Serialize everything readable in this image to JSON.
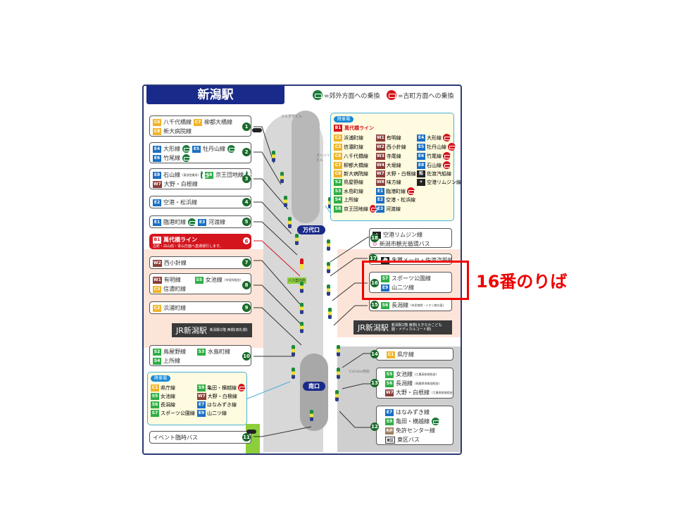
{
  "title": "新潟駅",
  "legend": {
    "green": "=郊外方面への乗換",
    "red": "=古町方面への乗換"
  },
  "landmarks": {
    "maruta": "マルタケビル",
    "garesso": "ガレッソビル",
    "cocolo": "CoCoLo南館",
    "bus_info": "バス案内所"
  },
  "exits": {
    "bandai": "万代口",
    "south": "南口"
  },
  "jr": {
    "west": {
      "name": "JR新潟駅",
      "sub": "新潟駅2階 西側(高札側)"
    },
    "east": {
      "name": "JR新潟駅",
      "sub": "新潟駅2階 東側(えきなかこども園・メディカルコート側)"
    }
  },
  "stops": [
    {
      "num": "1",
      "lines": [
        {
          "code": "C6",
          "color": "C",
          "name": "八千代橋線"
        },
        {
          "code": "C7",
          "color": "C",
          "name": "柳都大橋線"
        },
        {
          "code": "C8",
          "color": "C",
          "name": "新大病院線"
        }
      ]
    },
    {
      "num": "2",
      "lines": [
        {
          "code": "E4",
          "color": "E",
          "name": "大形線",
          "xfer": "g"
        },
        {
          "code": "E5",
          "color": "E",
          "name": "牡丹山線",
          "xfer": "g"
        },
        {
          "code": "E6",
          "color": "E",
          "name": "竹尾線",
          "xfer": "g"
        }
      ]
    },
    {
      "num": "3",
      "lines": [
        {
          "code": "E8",
          "color": "E",
          "name": "石山線",
          "note": "(東部営業所)",
          "xfer": "g"
        },
        {
          "code": "S8",
          "color": "S",
          "name": "京王団地線",
          "xfer": "g"
        },
        {
          "code": "W7",
          "color": "W",
          "name": "大野・白根線"
        }
      ]
    },
    {
      "num": "4",
      "lines": [
        {
          "code": "E2",
          "color": "E",
          "name": "空港・松浜線"
        }
      ]
    },
    {
      "num": "5",
      "lines": [
        {
          "code": "E1",
          "color": "E",
          "name": "臨港町線",
          "xfer": "g"
        },
        {
          "code": "E3",
          "color": "E",
          "name": "河渡線"
        }
      ]
    },
    {
      "num": "6",
      "lines": [
        {
          "code": "B1",
          "color": "B",
          "name": "萬代橋ライン",
          "note": "古町・白山前・青山方面へ直通運行します。"
        }
      ]
    },
    {
      "num": "7",
      "lines": [
        {
          "code": "W2",
          "color": "W",
          "name": "西小針線"
        }
      ]
    },
    {
      "num": "8",
      "lines": [
        {
          "code": "W1",
          "color": "W",
          "name": "有明線"
        },
        {
          "code": "S5",
          "color": "S",
          "name": "女池線",
          "note": "(市役所経由)"
        },
        {
          "code": "C3",
          "color": "C",
          "name": "信濃町線"
        }
      ]
    },
    {
      "num": "9",
      "lines": [
        {
          "code": "C2",
          "color": "C",
          "name": "浜浦町線"
        }
      ]
    },
    {
      "num": "10",
      "lines": [
        {
          "code": "S2",
          "color": "S",
          "name": "鳥屋野線"
        },
        {
          "code": "S3",
          "color": "S",
          "name": "水島町線"
        },
        {
          "code": "S4",
          "color": "S",
          "name": "上所線"
        }
      ]
    },
    {
      "num": "11",
      "lines": [
        {
          "name": "イベント臨時バス"
        }
      ]
    },
    {
      "num": "12",
      "lines": [
        {
          "code": "E7",
          "color": "E",
          "name": "はなみずき線"
        },
        {
          "code": "S9",
          "color": "S",
          "name": "亀田・横越線",
          "xfer": "g"
        },
        {
          "code": "免許",
          "color": "W",
          "name": "免許センター線"
        },
        {
          "code": "東区",
          "color": "W",
          "name": "東区バス"
        }
      ]
    },
    {
      "num": "13",
      "lines": [
        {
          "code": "S5",
          "color": "S",
          "name": "女池線",
          "note": "(工業高校前経由)"
        },
        {
          "code": "S6",
          "color": "S",
          "name": "長潟線",
          "note": "(鳥屋野潟南部経由)"
        },
        {
          "code": "W7",
          "color": "W",
          "name": "大野・白根線",
          "note": "(工業高校前経由)"
        }
      ]
    },
    {
      "num": "14",
      "lines": [
        {
          "code": "C1",
          "color": "C",
          "name": "県庁線"
        }
      ]
    },
    {
      "num": "15",
      "lines": [
        {
          "code": "S6",
          "color": "S",
          "name": "長潟線",
          "note": "(市民病院・イオン南方面)"
        }
      ]
    },
    {
      "num": "16",
      "lines": [
        {
          "code": "S7",
          "color": "S",
          "name": "スポーツ公園線"
        },
        {
          "code": "E9",
          "color": "E",
          "name": "山二ツ線"
        }
      ]
    },
    {
      "num": "17",
      "lines": [
        {
          "name": "朱鷺メッセ・佐渡汽船線"
        }
      ]
    },
    {
      "num": "18",
      "lines": [
        {
          "name": "空港リムジン線"
        },
        {
          "name": "新潟市観光循環バス"
        }
      ]
    }
  ],
  "bandai_info": {
    "badge": "降車場",
    "headline": {
      "code": "B1",
      "name": "萬代橋ライン"
    },
    "col1": [
      {
        "code": "C2",
        "color": "C",
        "name": "浜浦町線"
      },
      {
        "code": "C3",
        "color": "C",
        "name": "信濃町線"
      },
      {
        "code": "C6",
        "color": "C",
        "name": "八千代橋線"
      },
      {
        "code": "C7",
        "color": "C",
        "name": "柳都大橋線"
      },
      {
        "code": "C8",
        "color": "C",
        "name": "新大病院線"
      },
      {
        "code": "S2",
        "color": "S",
        "name": "鳥屋野線"
      },
      {
        "code": "S3",
        "color": "S",
        "name": "水島町線"
      },
      {
        "code": "S4",
        "color": "S",
        "name": "上所線"
      },
      {
        "code": "S8",
        "color": "S",
        "name": "京王団地線",
        "xfer": "r"
      }
    ],
    "col2": [
      {
        "code": "W1",
        "color": "W",
        "name": "有明線"
      },
      {
        "code": "W2",
        "color": "W",
        "name": "西小針線"
      },
      {
        "code": "W3",
        "color": "W",
        "name": "寺尾線"
      },
      {
        "code": "W4",
        "color": "W",
        "name": "大堀線"
      },
      {
        "code": "W7",
        "color": "W",
        "name": "大野・白根線"
      },
      {
        "code": "W8",
        "color": "W",
        "name": "味方線"
      },
      {
        "code": "E1",
        "color": "E",
        "name": "臨港町線",
        "xfer": "r"
      },
      {
        "code": "E2",
        "color": "E",
        "name": "空港・松浜線"
      },
      {
        "code": "E3",
        "color": "E",
        "name": "河渡線"
      }
    ],
    "col3": [
      {
        "code": "E4",
        "color": "E",
        "name": "大形線",
        "xfer": "r"
      },
      {
        "code": "E5",
        "color": "E",
        "name": "牡丹山線",
        "xfer": "r"
      },
      {
        "code": "E6",
        "color": "E",
        "name": "竹尾線",
        "xfer": "r"
      },
      {
        "code": "E8",
        "color": "E",
        "name": "石山線",
        "xfer": "r"
      },
      {
        "code": "船",
        "color": "K",
        "name": "佐渡汽船線"
      },
      {
        "code": "✈",
        "color": "K",
        "name": "空港リムジン線"
      }
    ]
  },
  "south_info": {
    "badge": "降車場",
    "col1": [
      {
        "code": "C1",
        "color": "C",
        "name": "県庁線"
      },
      {
        "code": "S5",
        "color": "S",
        "name": "女池線"
      },
      {
        "code": "S6",
        "color": "S",
        "name": "長潟線"
      },
      {
        "code": "S7",
        "color": "S",
        "name": "スポーツ公園線"
      }
    ],
    "col2": [
      {
        "code": "S9",
        "color": "S",
        "name": "亀田・横越線",
        "xfer": "r"
      },
      {
        "code": "W7",
        "color": "W",
        "name": "大野・白根線"
      },
      {
        "code": "E7",
        "color": "E",
        "name": "はなみずき線"
      },
      {
        "code": "E9",
        "color": "E",
        "name": "山二ツ線"
      }
    ]
  },
  "annotation": "16番のりば"
}
